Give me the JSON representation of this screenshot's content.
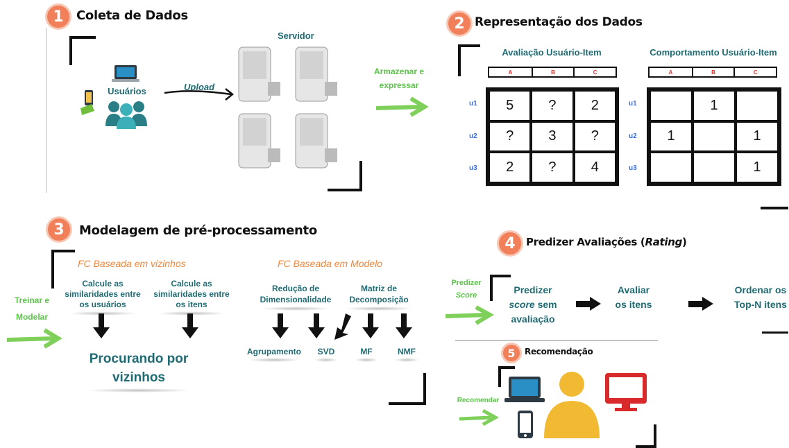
{
  "step1": {
    "num": "1",
    "title": "Coleta de Dados",
    "servidor": "Servidor",
    "usuarios": "Usuários",
    "upload": "Upload"
  },
  "step2": {
    "num": "2",
    "title": "Representação dos Dados",
    "arrow_label_line1": "Armazenar e",
    "arrow_label_line2": "expressar",
    "matrix1": {
      "title": "Avaliação Usuário-Item",
      "cols": [
        "A",
        "B",
        "C"
      ],
      "rows": [
        "u1",
        "u2",
        "u3"
      ],
      "cells": [
        [
          "5",
          "?",
          "2"
        ],
        [
          "?",
          "3",
          "?"
        ],
        [
          "2",
          "?",
          "4"
        ]
      ]
    },
    "matrix2": {
      "title": "Comportamento Usuário-Item",
      "cols": [
        "A",
        "B",
        "C"
      ],
      "rows": [
        "u1",
        "u2",
        "u3"
      ],
      "cells": [
        [
          "",
          "1",
          ""
        ],
        [
          "1",
          "",
          "1"
        ],
        [
          "",
          "",
          "1"
        ]
      ]
    }
  },
  "step3": {
    "num": "3",
    "title": "Modelagem de pré-processamento",
    "vizinhos_title": "FC Baseada em vizinhos",
    "modelo_title": "FC Baseada em Modelo",
    "usuarios_box": "Calcule as similaridades entre os usuários",
    "itens_box": "Calcule as similaridades entre os itens",
    "reducao": "Redução de Dimensionalidade",
    "matriz": "Matriz de Decomposição",
    "procurando": "Procurando por vizinhos",
    "agrupamento": "Agrupamento",
    "svd": "SVD",
    "mf": "MF",
    "nmf": "NMF",
    "treinar_line1": "Treinar e",
    "treinar_line2": "Modelar"
  },
  "step4": {
    "num": "4",
    "title_prefix": "Predizer Avaliações (",
    "title_italic": "Rating",
    "title_suffix": ")",
    "predizer_label_line1": "Predizer",
    "predizer_label_line2": "Score",
    "box1_line1": "Predizer",
    "box1_italic": "score",
    "box1_line2_rest": " sem",
    "box1_line3": "avaliação",
    "box2": "Avaliar os itens",
    "box3": "Ordenar os Top-N itens"
  },
  "step5": {
    "num": "5",
    "title": "Recomendação",
    "recomendar": "Recomendar"
  },
  "colors": {
    "teal": "#1e6b73",
    "orange": "#f0873a",
    "green": "#5cc44a",
    "step_circle": "#f07f5a",
    "person": "#f2b933",
    "monitor": "#d82a2a"
  }
}
